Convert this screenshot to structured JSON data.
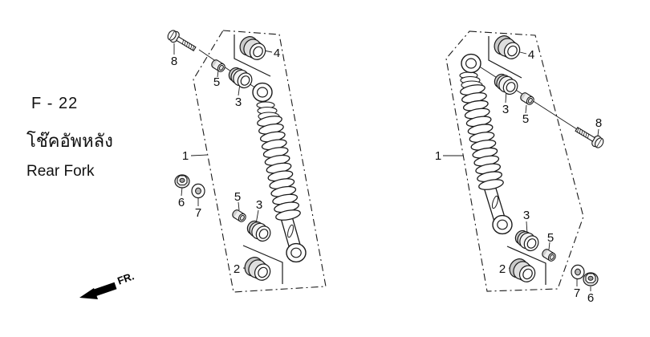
{
  "page": {
    "background": "#ffffff",
    "ink": "#1a1a1a",
    "section_code": "F - 22",
    "title_thai": "โช๊คอัพหลัง",
    "title_english": "Rear Fork",
    "direction_indicator": "FR."
  },
  "left_assembly": {
    "name": "rear cushion assembly (left view)",
    "callouts": [
      {
        "part": "8"
      },
      {
        "part": "5"
      },
      {
        "part": "3"
      },
      {
        "part": "4"
      },
      {
        "part": "1"
      },
      {
        "part": "6"
      },
      {
        "part": "7"
      },
      {
        "part": "5"
      },
      {
        "part": "3"
      },
      {
        "part": "2"
      }
    ]
  },
  "right_assembly": {
    "name": "rear cushion assembly (right view)",
    "callouts": [
      {
        "part": "4"
      },
      {
        "part": "3"
      },
      {
        "part": "5"
      },
      {
        "part": "8"
      },
      {
        "part": "1"
      },
      {
        "part": "3"
      },
      {
        "part": "5"
      },
      {
        "part": "2"
      },
      {
        "part": "7"
      },
      {
        "part": "6"
      }
    ]
  }
}
